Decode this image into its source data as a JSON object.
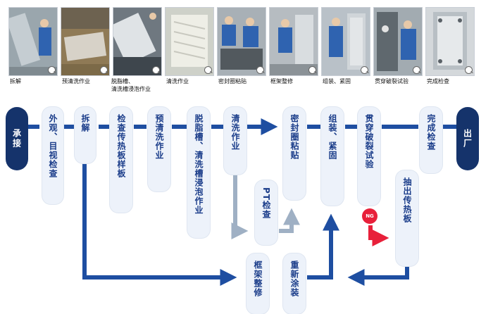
{
  "photos": [
    {
      "caption": "拆解"
    },
    {
      "caption": "预清洗作业"
    },
    {
      "caption_line1": "脱脂槽、",
      "caption_line2": "清洗槽浸泡作业"
    },
    {
      "caption": "清洗作业"
    },
    {
      "caption": "密封圈粘贴"
    },
    {
      "caption": "框架整修"
    },
    {
      "caption": "组装、紧固"
    },
    {
      "caption": "贯穿破裂试验"
    },
    {
      "caption": "完成检查"
    }
  ],
  "terminals": {
    "start": "承接",
    "end": "出厂"
  },
  "steps": {
    "inspect": "外观、目视检查",
    "disassemble": "拆解",
    "sample": "检查传热板样板",
    "prewash": "预清洗作业",
    "degrease": "脱脂槽、清洗槽浸泡作业",
    "wash": "清洗作业",
    "pt": "PT检查",
    "seal": "密封圈粘贴",
    "assemble": "组装、紧固",
    "burst": "贯穿破裂试验",
    "extract": "抽出传热板",
    "final": "完成检查",
    "frame": "框架整修",
    "repaint": "重新涂装"
  },
  "ng_label": "NG",
  "colors": {
    "main": "#1e4ea1",
    "gray": "#9fb0c4",
    "ng": "#e8203a",
    "terminal": "#15336b"
  }
}
